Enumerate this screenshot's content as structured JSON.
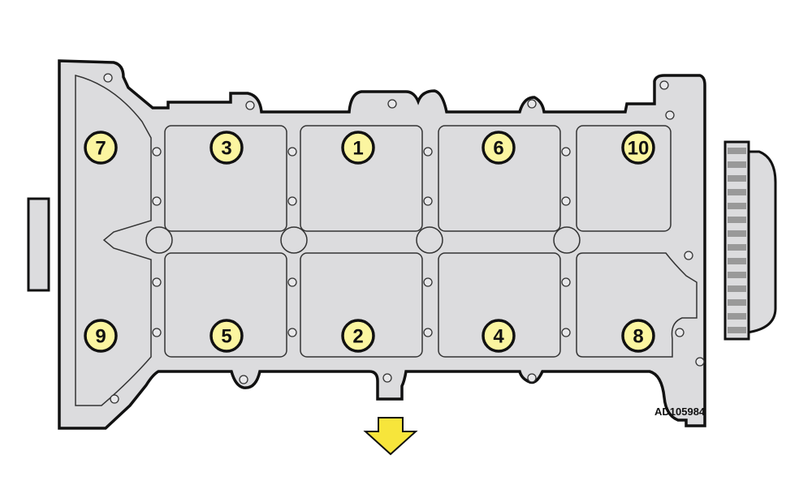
{
  "figure_id": "AD105984",
  "colors": {
    "gasket": "#dcdcde",
    "callout": "#fbf5a0",
    "arrow": "#f7e53b",
    "outline": "#111111"
  },
  "sequence": [
    {
      "label": "7"
    },
    {
      "label": "3"
    },
    {
      "label": "1"
    },
    {
      "label": "6"
    },
    {
      "label": "10"
    },
    {
      "label": "9"
    },
    {
      "label": "5"
    },
    {
      "label": "2"
    },
    {
      "label": "4"
    },
    {
      "label": "8"
    }
  ],
  "direction_arrow_icon": "arrow-down-icon"
}
